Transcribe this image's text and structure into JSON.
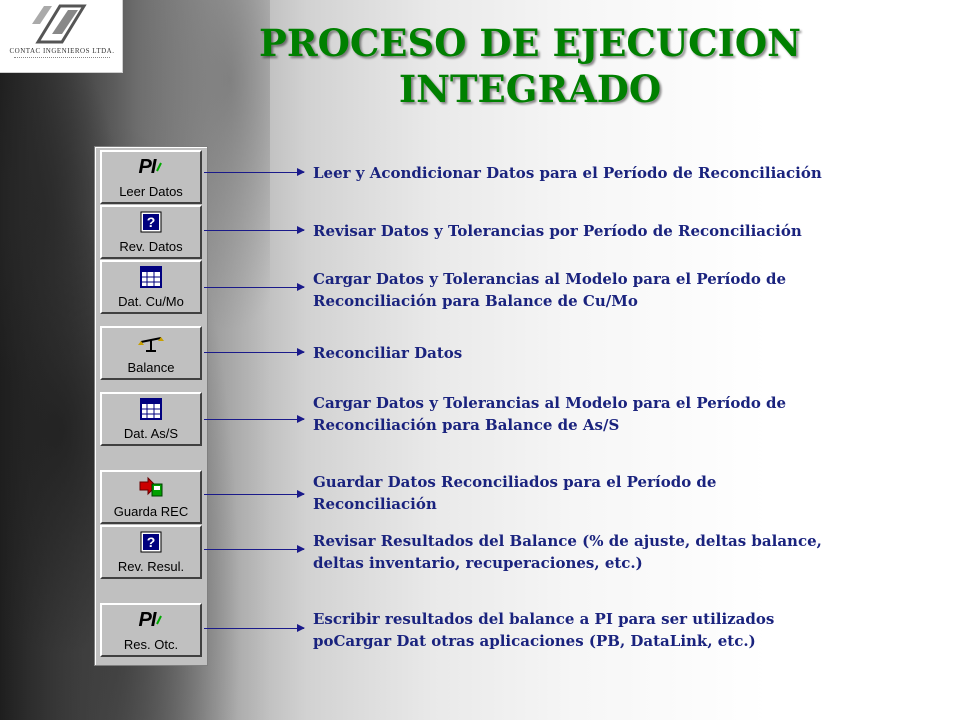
{
  "logo": {
    "company": "CONTAC INGENIEROS LTDA."
  },
  "title": {
    "line1": "PROCESO DE EJECUCION",
    "line2": "INTEGRADO"
  },
  "tools": [
    {
      "label": "Leer Datos",
      "icon": "pi-icon"
    },
    {
      "label": "Rev. Datos",
      "icon": "question-icon"
    },
    {
      "label": "Dat. Cu/Mo",
      "icon": "table-icon"
    },
    {
      "label": "Balance",
      "icon": "scale-icon"
    },
    {
      "label": "Dat. As/S",
      "icon": "table-icon"
    },
    {
      "label": "Guarda REC",
      "icon": "save-arrow-icon"
    },
    {
      "label": "Rev. Resul.",
      "icon": "question-icon"
    },
    {
      "label": "Res. Otc.",
      "icon": "pi-icon"
    }
  ],
  "icon_text": {
    "pi": "PI"
  },
  "steps": [
    {
      "text": "Leer y Acondicionar Datos para el Período de Reconciliación"
    },
    {
      "text": "Revisar Datos y Tolerancias por Período de Reconciliación"
    },
    {
      "line1": "Cargar Datos y Tolerancias al Modelo para el Período de",
      "line2": "Reconciliación para Balance de Cu/Mo"
    },
    {
      "text": "Reconciliar Datos"
    },
    {
      "line1": "Cargar Datos y Tolerancias al Modelo para el Período de",
      "line2": "Reconciliación para Balance de As/S"
    },
    {
      "line1": "Guardar Datos Reconciliados para el Período de",
      "line2": "Reconciliación"
    },
    {
      "line1": "Revisar Resultados del Balance (% de ajuste, deltas balance,",
      "line2": "deltas inventario, recuperaciones, etc.)"
    },
    {
      "line1": "Escribir resultados del balance a PI para ser utilizados",
      "line2": "poCargar Dat otras aplicaciones (PB, DataLink, etc.)"
    }
  ],
  "colors": {
    "title": "#008000",
    "step_text": "#1a237e",
    "connector": "#1a1a8a",
    "button_face": "#c0c0c0"
  }
}
